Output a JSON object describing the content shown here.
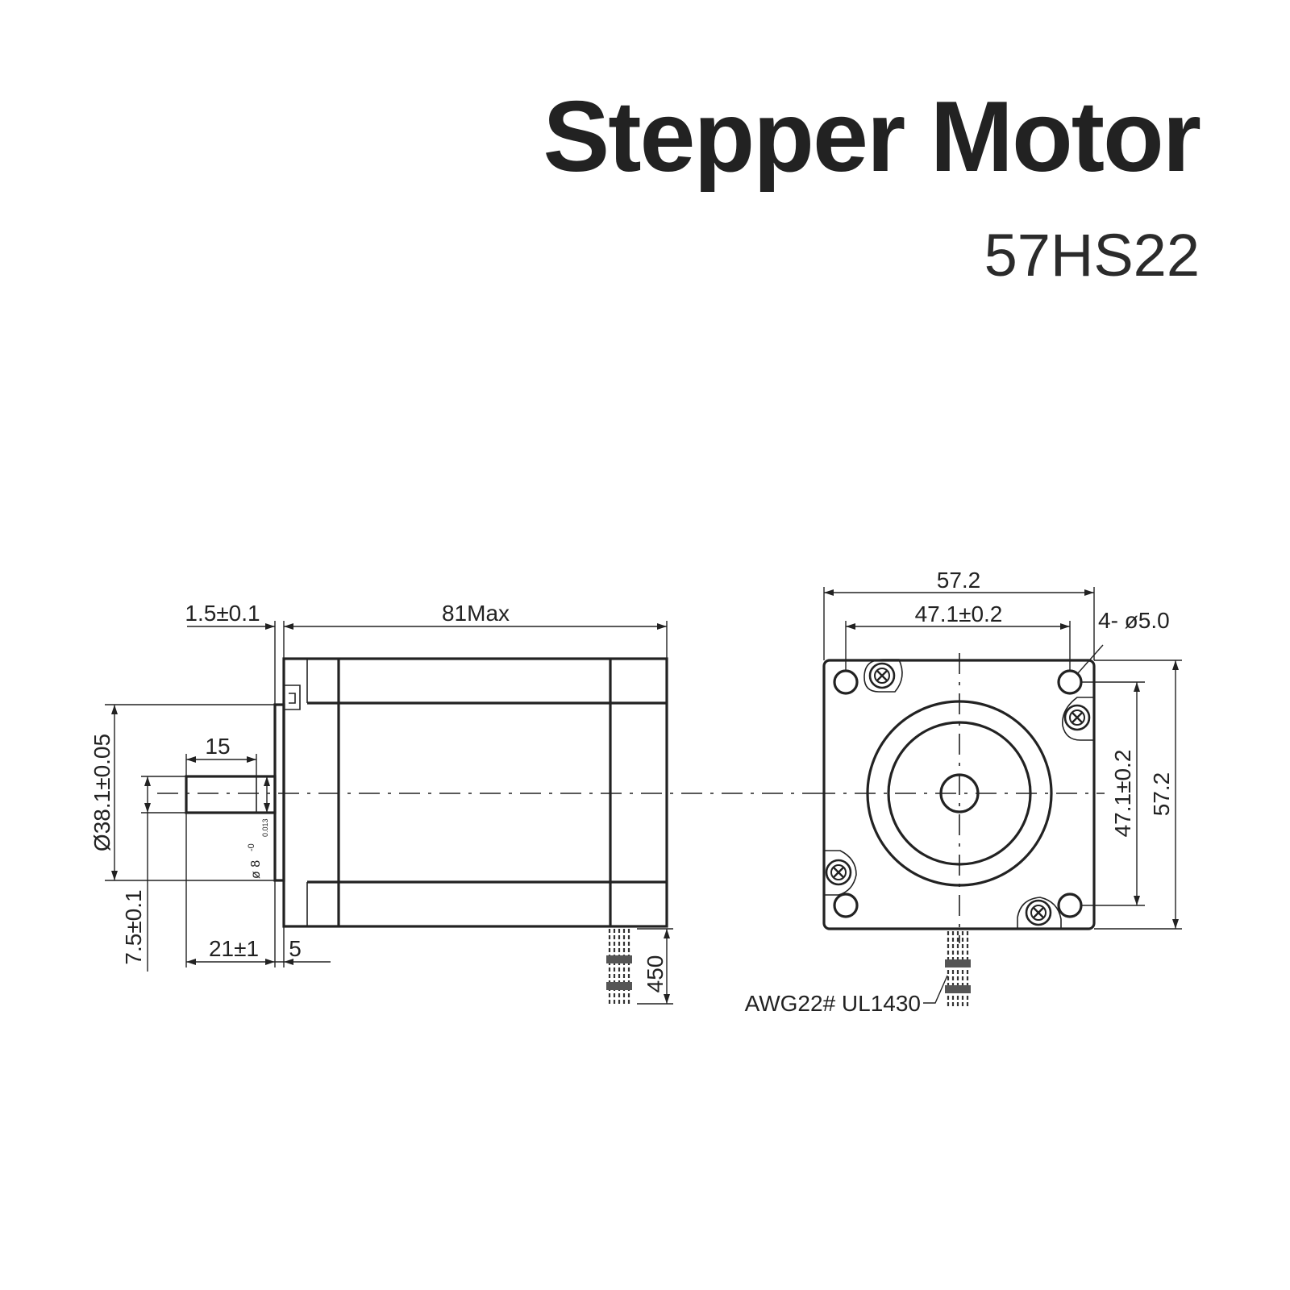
{
  "title": "Stepper Motor",
  "model": "57HS22",
  "side_view": {
    "flange_thickness": "1.5±0.1",
    "body_length": "81Max",
    "pilot_diameter": "Ø38.1±0.05",
    "shaft_flat_length": "15",
    "shaft_diameter": "ø 8",
    "shaft_tol_upper": "-0",
    "shaft_tol_lower": "0.013",
    "shaft_offset": "7.5±0.1",
    "shaft_length": "21±1",
    "boss_length": "5",
    "lead_length": "450"
  },
  "front_view": {
    "flange_width": "57.2",
    "hole_spacing_h": "47.1±0.2",
    "mount_holes": "4- ø5.0",
    "hole_spacing_v": "47.1±0.2",
    "flange_height": "57.2",
    "wire_spec": "AWG22# UL1430"
  }
}
